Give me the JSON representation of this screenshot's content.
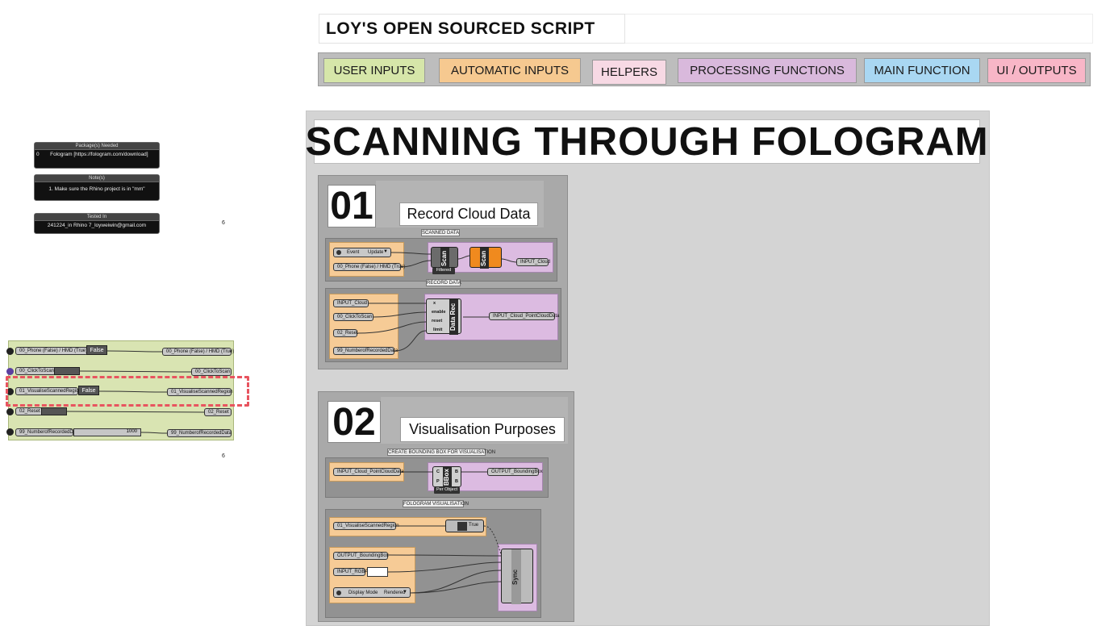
{
  "header": {
    "title": "LOY'S OPEN SOURCED SCRIPT",
    "legend": [
      {
        "label": "USER INPUTS",
        "color": "#d6e6a9"
      },
      {
        "label": "AUTOMATIC INPUTS",
        "color": "#f6c990"
      },
      {
        "label": "HELPERS",
        "color": "#f7d9e4"
      },
      {
        "label": "PROCESSING FUNCTIONS",
        "color": "#d9b9dc"
      },
      {
        "label": "MAIN FUNCTION",
        "color": "#a9d7f2"
      },
      {
        "label": "UI / OUTPUTS",
        "color": "#f8b6c7"
      }
    ]
  },
  "notes": [
    {
      "heading": "Package(s) Needed",
      "body": "Fologram [https://fologram.com/download]",
      "prefix": "0"
    },
    {
      "heading": "Note(s)",
      "body": "1. Make sure the Rhino project is in \"mm\""
    },
    {
      "heading": "Tested In",
      "body": "241224_in Rhino 7_loyweiwin@gmail.com"
    }
  ],
  "marker_glyph": "6",
  "user_inputs": [
    {
      "name": "00_Phone (False) / HMD (True)",
      "value": "False",
      "output": "00_Phone (False) / HMD (True)"
    },
    {
      "name": "00_ClickToScan",
      "value": "",
      "output": "00_ClickToScan"
    },
    {
      "name": "01_VisualiseScannedRegion",
      "value": "False",
      "output": "01_VisualiseScannedRegion"
    },
    {
      "name": "02_Reset",
      "value": "",
      "output": "02_Reset"
    },
    {
      "name": "99_NumberofRecordedData",
      "value": "1000",
      "output": "99_NumberofRecordedData"
    }
  ],
  "main": {
    "title": "SCANNING THROUGH FOLOGRAM",
    "sections": [
      {
        "number": "01",
        "title": "Record Cloud Data",
        "groups": [
          {
            "label": "SCANNED DATA",
            "inputs": [
              "Event",
              "Update",
              "00_Phone (False) / HMD (True)"
            ],
            "components": [
              {
                "name": "Scan",
                "footer": "Filtered"
              },
              {
                "name": "Scan"
              }
            ],
            "output": "INPUT_Cloud"
          },
          {
            "label": "RECORD DATA",
            "inputs": [
              "INPUT_Cloud",
              "00_ClickToScan",
              "02_Reset",
              "99_NumberofRecordedData"
            ],
            "component": {
              "name": "Data Rec",
              "ports": [
                "x",
                "enable",
                "reset",
                "limit"
              ]
            },
            "output": "INPUT_Cloud_PointCloudData"
          }
        ]
      },
      {
        "number": "02",
        "title": "Visualisation Purposes",
        "groups": [
          {
            "label": "CREATE BOUNDING BOX FOR VISUALISATION",
            "inputs": [
              "INPUT_Cloud_PointCloudData"
            ],
            "component": {
              "name": "BBox",
              "footer": "Per Object"
            },
            "output": "OUTPUT_BoundingBox"
          },
          {
            "label": "FOLOGRAM VISUALISATION",
            "inputs": [
              "01_VisualiseScannedRegion",
              "OUTPUT_BoundingBox",
              "INPUT_RGBA",
              "Display Mode",
              "Rendered"
            ],
            "gate_value": "True",
            "component": {
              "name": "Sync"
            }
          }
        ]
      }
    ]
  }
}
